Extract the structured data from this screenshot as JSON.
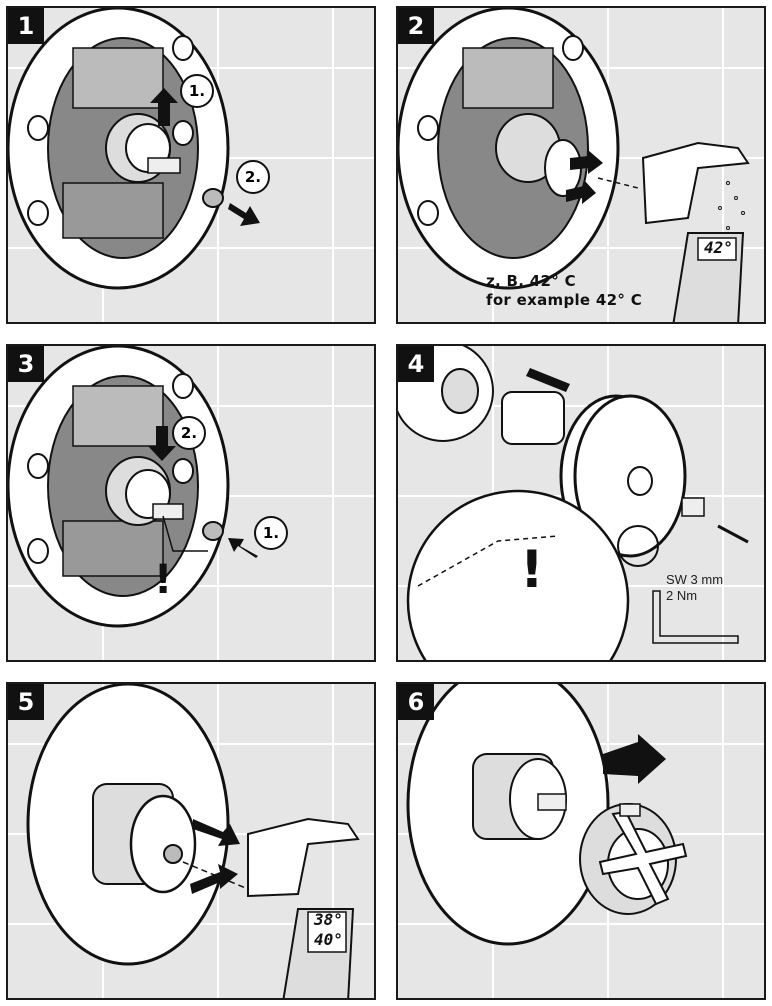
{
  "steps": [
    {
      "number": "1",
      "subs": [
        "1.",
        "2."
      ]
    },
    {
      "number": "2",
      "caption_de": "z. B. 42° C",
      "caption_en": "for example 42° C",
      "thermometer": "42°"
    },
    {
      "number": "3",
      "subs": [
        "2.",
        "1."
      ],
      "warning": "!"
    },
    {
      "number": "4",
      "warning": "!",
      "tool_size": "SW 3 mm",
      "torque": "2 Nm"
    },
    {
      "number": "5",
      "thermometer_top": "38°",
      "thermometer_bottom": "40°"
    },
    {
      "number": "6"
    }
  ],
  "colors": {
    "frame": "#1a1a1a",
    "tile": "#e6e6e6",
    "tile_line": "#ffffff",
    "ink": "#111111"
  }
}
